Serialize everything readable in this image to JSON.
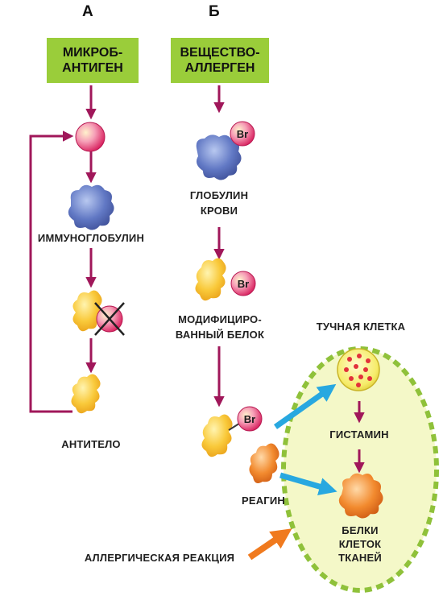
{
  "columns": {
    "a": "А",
    "b": "Б"
  },
  "boxes": {
    "a_line1": "МИКРОБ-",
    "a_line2": "АНТИГЕН",
    "b_line1": "ВЕЩЕСТВО-",
    "b_line2": "АЛЛЕРГЕН"
  },
  "labels": {
    "immunoglobulin": "ИММУНОГЛОБУЛИН",
    "antibody": "АНТИТЕЛО",
    "globulin_line1": "ГЛОБУЛИН",
    "globulin_line2": "КРОВИ",
    "modified_line1": "МОДИФИЦИРО-",
    "modified_line2": "ВАННЫЙ БЕЛОК",
    "mast_cell": "ТУЧНАЯ КЛЕТКА",
    "histamine": "ГИСТАМИН",
    "reagin": "РЕАГИН",
    "proteins_line1": "БЕЛКИ",
    "proteins_line2": "КЛЕТОК",
    "proteins_line3": "ТКАНЕЙ",
    "allergic_reaction": "АЛЛЕРГИЧЕСКАЯ РЕАКЦИЯ"
  },
  "badge_text": "Br",
  "colors": {
    "arrow": "#a0175a",
    "box": "#9acd3a",
    "zone_fill": "#f4f8c8",
    "zone_border": "#8fc13a",
    "blue_arrow": "#28a8e0",
    "orange_arrow": "#f07a1e"
  }
}
